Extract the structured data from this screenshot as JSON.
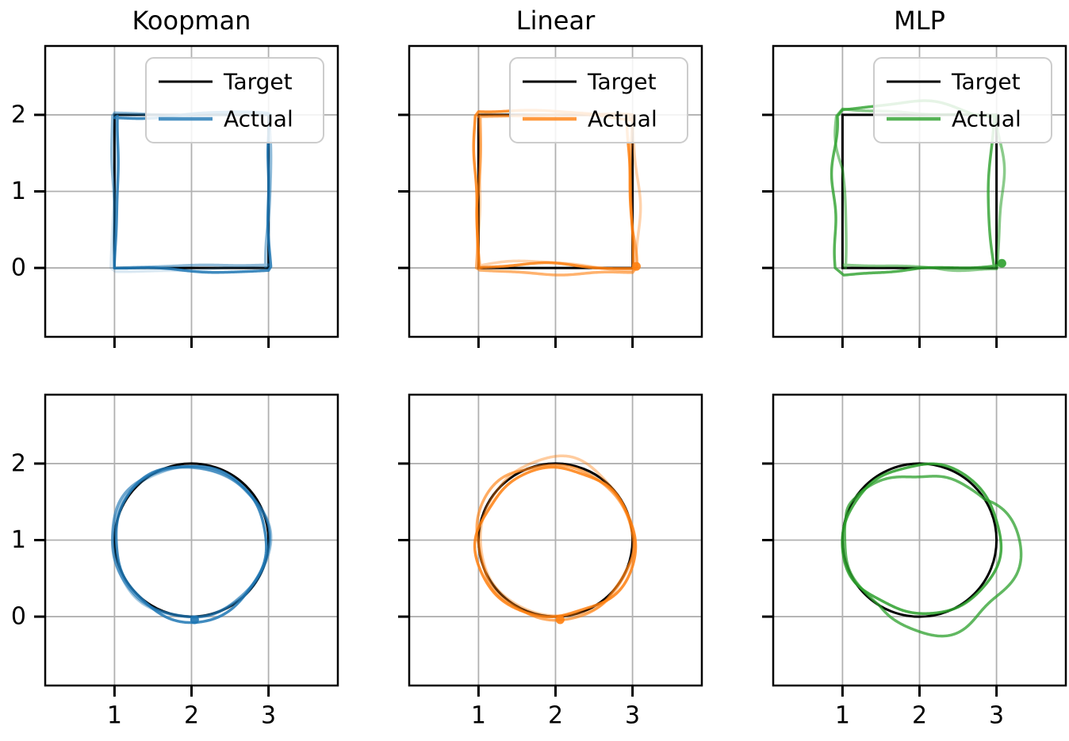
{
  "chart_data": {
    "type": "line",
    "description": "2x3 grid of 2D trajectory tracking plots. Columns compare three controllers/models (Koopman, Linear, MLP). Top row: tracking a square target path with corners (1,0)-(3,0)-(3,2)-(1,2). Bottom row: tracking a circular target path centered at (2,1) with radius 1. Each panel overlays noisy 'Actual' rollout trajectories (colored, semi-transparent, multiple laps) on the black 'Target' path.",
    "columns": [
      {
        "title": "Koopman",
        "color": "#1f77b4"
      },
      {
        "title": "Linear",
        "color": "#ff7f0e"
      },
      {
        "title": "MLP",
        "color": "#2ca02c"
      }
    ],
    "rows": [
      {
        "target_shape": "square"
      },
      {
        "target_shape": "circle"
      }
    ],
    "target": {
      "color": "#000000",
      "line_width": 3,
      "square": {
        "x_min": 1,
        "y_min": 0,
        "x_max": 3,
        "y_max": 2
      },
      "circle": {
        "cx": 2,
        "cy": 1,
        "r": 1
      }
    },
    "axes": {
      "xlim": [
        0.1,
        3.9
      ],
      "ylim": [
        -0.9,
        2.9
      ],
      "xtick_values": [
        1,
        2,
        3
      ],
      "xtick_labels": [
        "1",
        "2",
        "3"
      ],
      "ytick_values": [
        0,
        1,
        2
      ],
      "ytick_labels": [
        "0",
        "1",
        "2"
      ],
      "grid": true,
      "grid_color": "#b0b0b0",
      "spine_color": "#000000",
      "aspect": "equal",
      "tick_label_columns_with_y_labels": [
        0
      ],
      "tick_label_rows_with_x_labels": [
        1
      ]
    },
    "legend": {
      "entries": [
        "Target",
        "Actual"
      ],
      "position": "upper right",
      "shown_in_rows": [
        0
      ],
      "border_color": "#cccccc",
      "face_color": "#ffffff",
      "face_opacity": 0.85
    },
    "subplots": [
      {
        "row": 0,
        "col": 0,
        "model": "Koopman",
        "shape": "square",
        "laps": [
          {
            "seed": 101,
            "amp": 0.045,
            "opacity": 0.16,
            "outward": true
          },
          {
            "seed": 102,
            "amp": 0.04,
            "opacity": 0.5,
            "outward": false
          },
          {
            "seed": 103,
            "amp": 0.055,
            "opacity": 0.85,
            "outward": false
          }
        ]
      },
      {
        "row": 0,
        "col": 1,
        "model": "Linear",
        "shape": "square",
        "laps": [
          {
            "seed": 201,
            "amp": 0.08,
            "opacity": 0.35,
            "outward": false
          },
          {
            "seed": 202,
            "amp": 0.09,
            "opacity": 0.6,
            "outward": true
          },
          {
            "seed": 203,
            "amp": 0.07,
            "opacity": 0.85,
            "outward": false
          }
        ],
        "start_marker": {
          "x": 3.05,
          "y": 0.02
        }
      },
      {
        "row": 0,
        "col": 2,
        "model": "MLP",
        "shape": "square",
        "laps": [
          {
            "seed": 301,
            "amp": 0.12,
            "opacity": 0.55,
            "outward": true
          },
          {
            "seed": 302,
            "amp": 0.17,
            "opacity": 0.8,
            "outward": true,
            "lowfreq": true
          }
        ],
        "start_marker": {
          "x": 3.07,
          "y": 0.06
        }
      },
      {
        "row": 1,
        "col": 0,
        "model": "Koopman",
        "shape": "circle",
        "laps": [
          {
            "seed": 401,
            "amp": 0.05,
            "opacity": 0.4,
            "outward": false
          },
          {
            "seed": 402,
            "amp": 0.055,
            "opacity": 0.65,
            "outward": false
          },
          {
            "seed": 403,
            "amp": 0.06,
            "opacity": 0.85,
            "outward": false
          }
        ],
        "start_marker": {
          "x": 2.04,
          "y": -0.04
        }
      },
      {
        "row": 1,
        "col": 1,
        "model": "Linear",
        "shape": "circle",
        "laps": [
          {
            "seed": 501,
            "amp": 0.08,
            "opacity": 0.4,
            "outward": true
          },
          {
            "seed": 502,
            "amp": 0.09,
            "opacity": 0.65,
            "outward": true
          },
          {
            "seed": 503,
            "amp": 0.075,
            "opacity": 0.85,
            "outward": false
          }
        ],
        "start_marker": {
          "x": 2.06,
          "y": -0.04
        }
      },
      {
        "row": 1,
        "col": 2,
        "model": "MLP",
        "shape": "circle",
        "laps": [
          {
            "seed": 601,
            "amp": 0.065,
            "opacity": 0.85,
            "outward": false
          },
          {
            "seed": 602,
            "amp": 0.28,
            "opacity": 0.75,
            "outward": true,
            "lowfreq": true
          }
        ]
      }
    ],
    "actual_line_width": 3.5
  }
}
